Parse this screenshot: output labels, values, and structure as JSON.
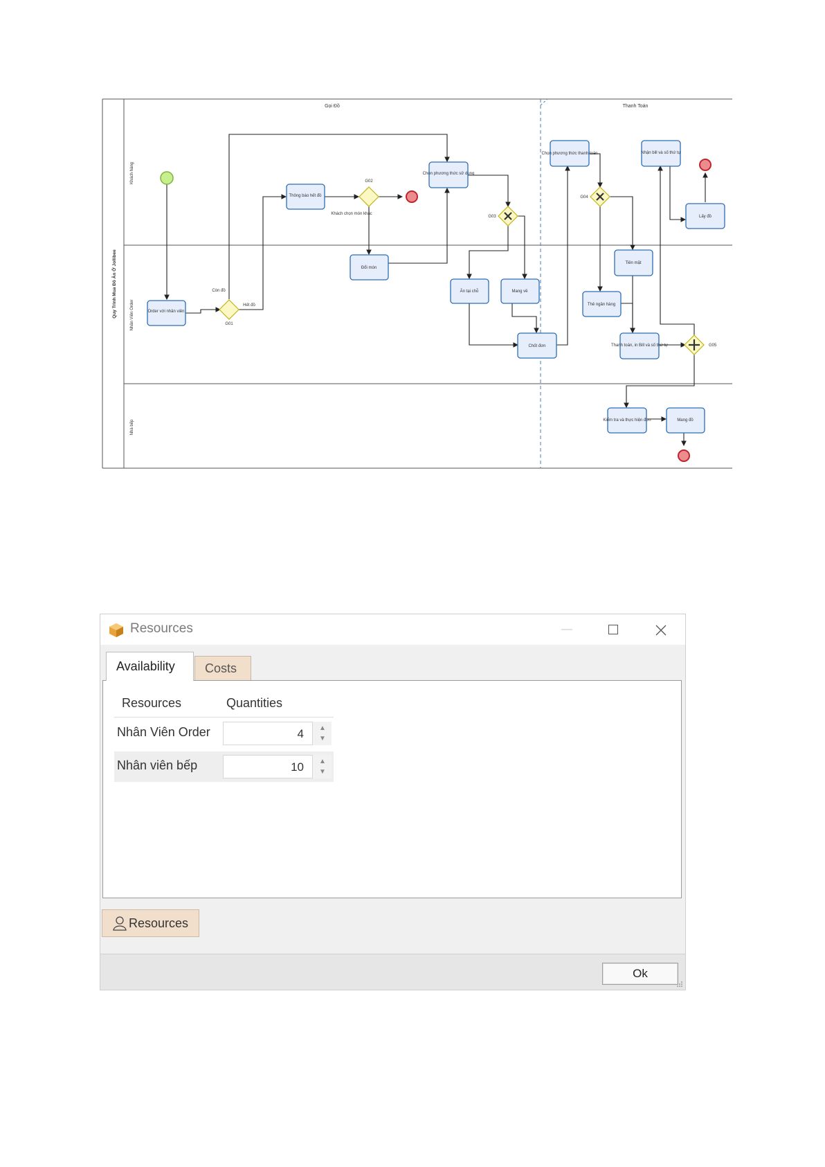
{
  "diagram": {
    "pool_title": "Quy Trình Mua Đồ Ăn Ở Jollibee",
    "phase_order": "Gọi Đồ",
    "phase_payment": "Thanh Toán",
    "lane_customer": "Khách hàng",
    "lane_order_staff": "Nhân Viên Order",
    "lane_kitchen": "Nhà bếp",
    "tasks": {
      "order": "Order với nhân viên",
      "sold_out": "Thông báo hết đồ",
      "change": "Đổi món",
      "choose_use": "Chọn phương thức sử dụng",
      "eat_in": "Ăn tại chỗ",
      "take_away": "Mang về",
      "confirm": "Chốt đơn",
      "choose_pay": "Chọn phương thức thanh toán",
      "cash": "Tiền mặt",
      "card": "Thẻ ngân hàng",
      "pay_print": "Thanh toán, in Bill và số thứ tự",
      "receive_bill": "Nhận bill và số thứ tự",
      "pick_up": "Lấy đồ",
      "check_prepare": "Kiểm tra và thực hiện đơn",
      "bring": "Mang đồ"
    },
    "gateways": {
      "g01": "G01",
      "g02": "G02",
      "g03": "G03",
      "g04": "G04",
      "g05": "G05"
    },
    "flow_labels": {
      "available": "Còn đồ",
      "out": "Hết đồ",
      "other_dish": "Khách chọn món khác"
    }
  },
  "dialog": {
    "title": "Resources",
    "tabs": [
      "Availability",
      "Costs"
    ],
    "columns": [
      "Resources",
      "Quantities"
    ],
    "rows": [
      {
        "name": "Nhân Viên Order",
        "quantity": "4"
      },
      {
        "name": "Nhân viên bếp",
        "quantity": "10"
      }
    ],
    "resources_button": "Resources",
    "ok_button": "Ok"
  }
}
